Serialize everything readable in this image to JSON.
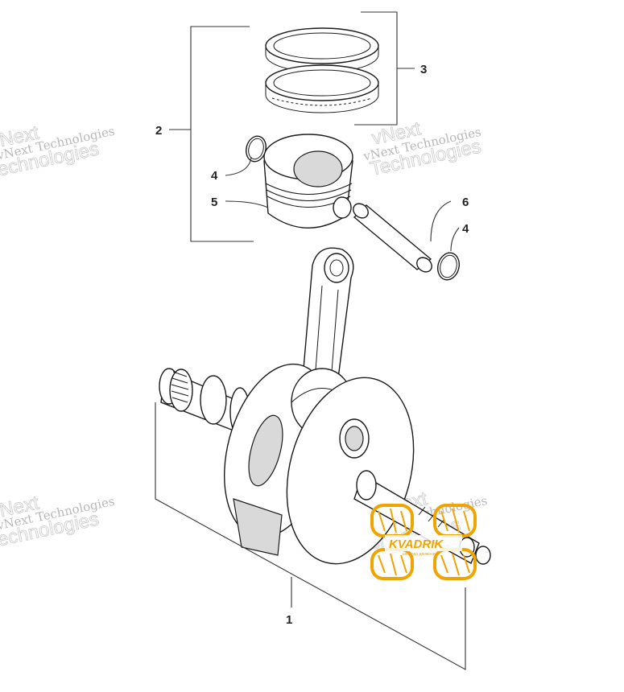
{
  "watermark": {
    "line1": "vNext",
    "line2": "vNext Technologies",
    "line3": "Technologies"
  },
  "logo": {
    "brand": "KVADRIK",
    "tagline": "свобода движения",
    "color": "#f0a400"
  },
  "callouts": [
    {
      "id": "crankshaft",
      "label": "1"
    },
    {
      "id": "piston-assembly",
      "label": "2"
    },
    {
      "id": "piston-rings",
      "label": "3"
    },
    {
      "id": "circlip-left",
      "label": "4"
    },
    {
      "id": "piston",
      "label": "5"
    },
    {
      "id": "piston-pin",
      "label": "6"
    },
    {
      "id": "circlip-right",
      "label": "4"
    }
  ]
}
